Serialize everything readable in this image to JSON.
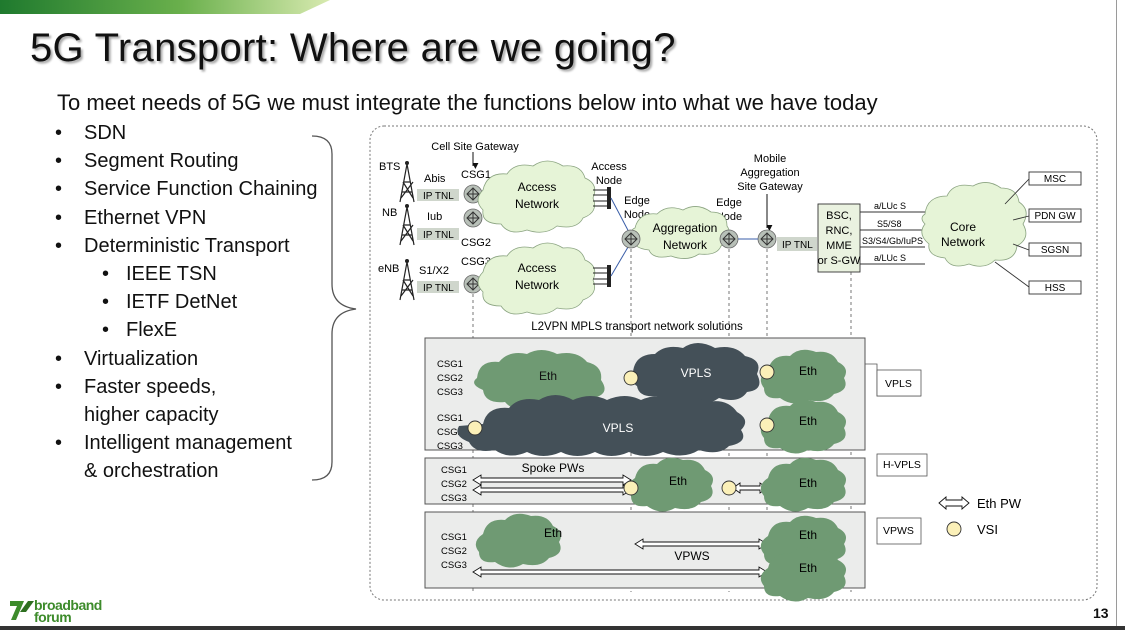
{
  "slide": {
    "title": "5G Transport: Where are we going?",
    "subtitle": "To meet needs of 5G we must integrate the functions below into what we have today",
    "page_number": "13",
    "logo_text": "broadband forum"
  },
  "bullets": [
    {
      "level": 1,
      "text": "SDN"
    },
    {
      "level": 1,
      "text": "Segment Routing"
    },
    {
      "level": 1,
      "text": "Service Function Chaining"
    },
    {
      "level": 1,
      "text": "Ethernet VPN"
    },
    {
      "level": 1,
      "text": "Deterministic Transport"
    },
    {
      "level": 2,
      "text": "IEEE TSN"
    },
    {
      "level": 2,
      "text": "IETF DetNet"
    },
    {
      "level": 2,
      "text": "FlexE"
    },
    {
      "level": 1,
      "text": "Virtualization"
    },
    {
      "level": 1,
      "text": "Faster speeds,"
    },
    {
      "level": 0,
      "text": "higher capacity"
    },
    {
      "level": 1,
      "text": "Intelligent management"
    },
    {
      "level": 0,
      "text": "& orchestration"
    }
  ],
  "diagram": {
    "cell_site_gateway": "Cell Site Gateway",
    "access_node": [
      "Access",
      "Node"
    ],
    "edge_node_1": [
      "Edge",
      "Node"
    ],
    "edge_node_2": [
      "Edge",
      "Node"
    ],
    "mobile_agg": [
      "Mobile",
      "Aggregation",
      "Site Gateway"
    ],
    "bts": "BTS",
    "nb": "NB",
    "enb": "eNB",
    "abis": "Abis",
    "iub": "Iub",
    "s1x2": "S1/X2",
    "ip_tnl": "IP TNL",
    "csg1": "CSG1",
    "csg2": "CSG2",
    "csg3": "CSG3",
    "access_network": [
      "Access",
      "Network"
    ],
    "aggregation_network": [
      "Aggregation",
      "Network"
    ],
    "controller": [
      "BSC,",
      "RNC,",
      "MME",
      "or S-GW"
    ],
    "core_network": [
      "Core",
      "Network"
    ],
    "iface_1": "a/LUc S",
    "iface_2": "S5/S8",
    "iface_3": "S3/S4/Gb/IuPS",
    "iface_4": "a/LUc S",
    "core_boxes": [
      "MSC",
      "PDN GW",
      "SGSN",
      "HSS"
    ],
    "l2vpn_title": "L2VPN MPLS transport network solutions",
    "eth": "Eth",
    "vpls": "VPLS",
    "spoke_pws": "Spoke PWs",
    "vpws": "VPWS",
    "tags": [
      "VPLS",
      "H-VPLS",
      "VPWS"
    ],
    "legend_pw": "Eth PW",
    "legend_vsi": "VSI"
  },
  "colors": {
    "eth_cloud": "#6f9a73",
    "vpls_cloud": "#445058",
    "access_cloud": "#e6f4d7",
    "box_fill": "#eaf2e0",
    "brand_green": "#3d8b2b",
    "vsi_fill": "#fbf0b8"
  }
}
